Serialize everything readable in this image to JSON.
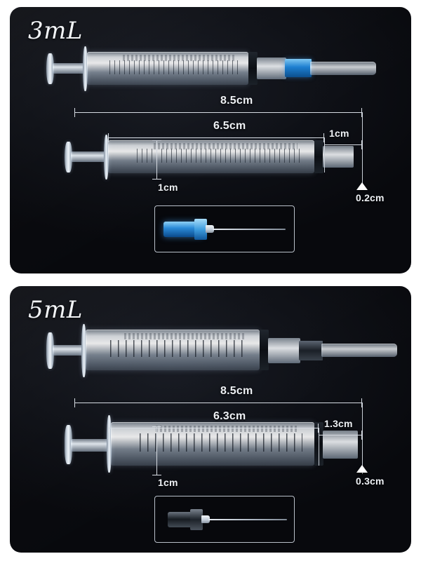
{
  "document": {
    "type": "product-dimension-infographic",
    "subject": "disposable syringe with needle",
    "background_color": "#ffffff",
    "panel_color": "#0e1016",
    "line_color": "#d6dbe2",
    "marker_color": "#ffffff"
  },
  "panels": [
    {
      "id": "panel-3ml",
      "volume_label": "3mL",
      "needle_hub_color": "#1d7fd0",
      "needle_hub_tone": "blue",
      "dimensions": {
        "overall_length": "8.5cm",
        "barrel_length": "6.5cm",
        "tip_length": "1cm",
        "barrel_diameter": "1cm",
        "tip_diameter": "0.2cm"
      },
      "views": [
        {
          "name": "assembled-syringe-with-needle",
          "position": "top"
        },
        {
          "name": "syringe-with-measurements",
          "position": "middle"
        },
        {
          "name": "needle-detail-inset",
          "position": "bottom"
        }
      ]
    },
    {
      "id": "panel-5ml",
      "volume_label": "5mL",
      "needle_hub_color": "#1b2027",
      "needle_hub_tone": "dark",
      "dimensions": {
        "overall_length": "8.5cm",
        "barrel_length": "6.3cm",
        "tip_length": "1.3cm",
        "barrel_diameter": "1cm",
        "tip_diameter": "0.3cm"
      },
      "views": [
        {
          "name": "assembled-syringe-with-needle",
          "position": "top"
        },
        {
          "name": "syringe-with-measurements",
          "position": "middle"
        },
        {
          "name": "needle-detail-inset",
          "position": "bottom"
        }
      ]
    }
  ]
}
